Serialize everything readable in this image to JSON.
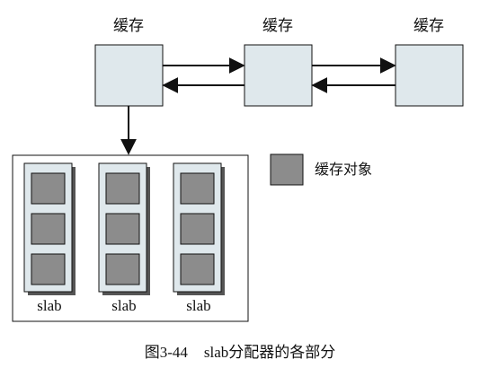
{
  "caches": [
    {
      "label": "缓存"
    },
    {
      "label": "缓存"
    },
    {
      "label": "缓存"
    }
  ],
  "legend": {
    "label": "缓存对象",
    "color": "#8c8c8c"
  },
  "slabs": [
    {
      "label": "slab",
      "object_count": 3
    },
    {
      "label": "slab",
      "object_count": 3
    },
    {
      "label": "slab",
      "object_count": 3
    }
  ],
  "caption": {
    "number": "图3-44",
    "text": "slab分配器的各部分"
  },
  "colors": {
    "cache_fill": "#dfe8ec",
    "slab_fill": "#dfe8ec",
    "object_fill": "#8c8c8c",
    "line": "#111111"
  }
}
